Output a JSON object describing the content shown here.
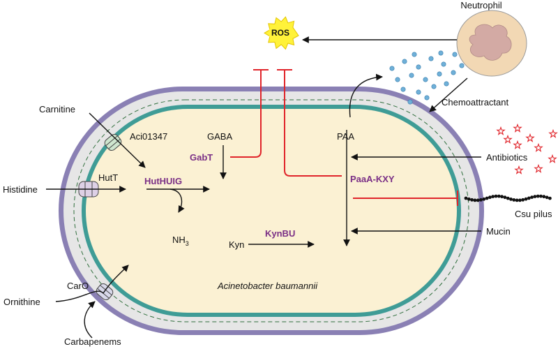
{
  "labels": {
    "ros": "ROS",
    "neutrophil": "Neutrophil",
    "chemoattractant": "Chemoattractant",
    "carnitine": "Carnitine",
    "aci01347": "Aci01347",
    "gaba": "GABA",
    "gabt": "GabT",
    "paa": "PAA",
    "antibiotics": "Antibiotics",
    "paaa_kxy": "PaaA-KXY",
    "hutt": "HutT",
    "histidine": "Histidine",
    "hutuig": "HutHUIG",
    "csu_pilus": "Csu pilus",
    "nh3": "NH",
    "nh3_sub": "3",
    "kyn": "Kyn",
    "kynbu": "KynBU",
    "mucin": "Mucin",
    "caro": "CarO",
    "ornithine": "Ornithine",
    "carbapenems": "Carbapenems",
    "organism": "Acinetobacter baumannii"
  },
  "colors": {
    "outer_membrane": "#8a80b4",
    "periplasm": "#e6e6e6",
    "inner_membrane": "#3f9c96",
    "cytoplasm": "#fbf1d3",
    "inhibition": "#e0242a",
    "enzyme_text": "#7a2f86",
    "ros_burst": "#fff23a",
    "neutrophil": "#f2d8b4",
    "nucleus": "#d3aaa4",
    "dots": "#6fb0d8",
    "stars": "#e0242a",
    "channel": "#d8d8ea"
  }
}
